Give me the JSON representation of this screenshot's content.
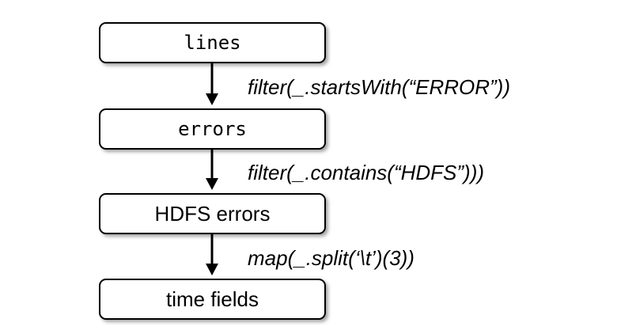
{
  "nodes": [
    {
      "label": "lines"
    },
    {
      "label": "errors"
    },
    {
      "label": "HDFS errors"
    },
    {
      "label": "time fields"
    }
  ],
  "operations": [
    {
      "label": "filter(_.startsWith(“ERROR”))"
    },
    {
      "label": "filter(_.contains(“HDFS”)))"
    },
    {
      "label": "map(_.split(‘\\t’)(3))"
    }
  ]
}
